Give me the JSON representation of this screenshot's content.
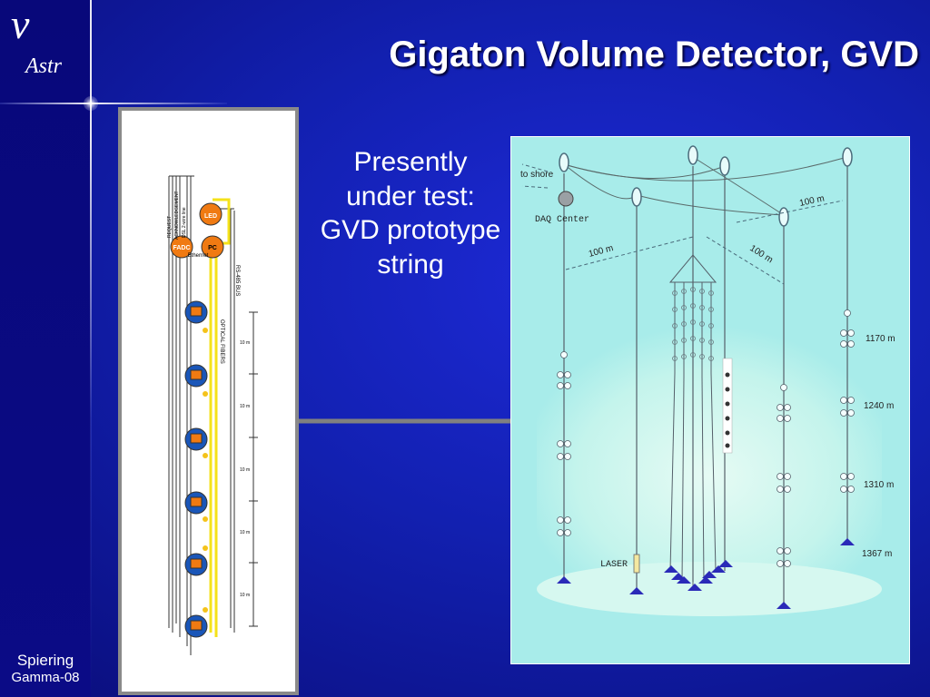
{
  "slide": {
    "title": "Gigaton Volume Detector, GVD",
    "logo": {
      "symbol": "ν",
      "text": "Astr"
    },
    "footer": {
      "author": "Spiering",
      "event": "Gamma-08"
    },
    "caption": "Presently under test: GVD prototype string",
    "colors": {
      "background": "#1220b0",
      "sidebar": "#0b0b86",
      "text": "#ffffff",
      "water": "#a8ecea"
    }
  },
  "schematic": {
    "labels": {
      "led": "LED",
      "fadc": "FADC",
      "pc": "PC",
      "ethernet": "Ethernet",
      "rs485": "RS-485 BUS",
      "optical": "OPTICAL FIBERS",
      "request": "REQUEST",
      "ack": "ACKNOWLEDGEMENT",
      "dsl": "DSL 2-wire line"
    },
    "spacings": [
      "10 m",
      "10 m",
      "10 m",
      "10 m",
      "10 m"
    ],
    "module_count": 6
  },
  "figure": {
    "labels": {
      "to_shore": "to shore",
      "daq_center": "DAQ Center",
      "laser": "LASER",
      "dist_100_a": "100 m",
      "dist_100_b": "100 m",
      "dist_100_c": "100 m"
    },
    "depths": [
      "1170 m",
      "1240 m",
      "1310 m",
      "1367 m"
    ]
  }
}
